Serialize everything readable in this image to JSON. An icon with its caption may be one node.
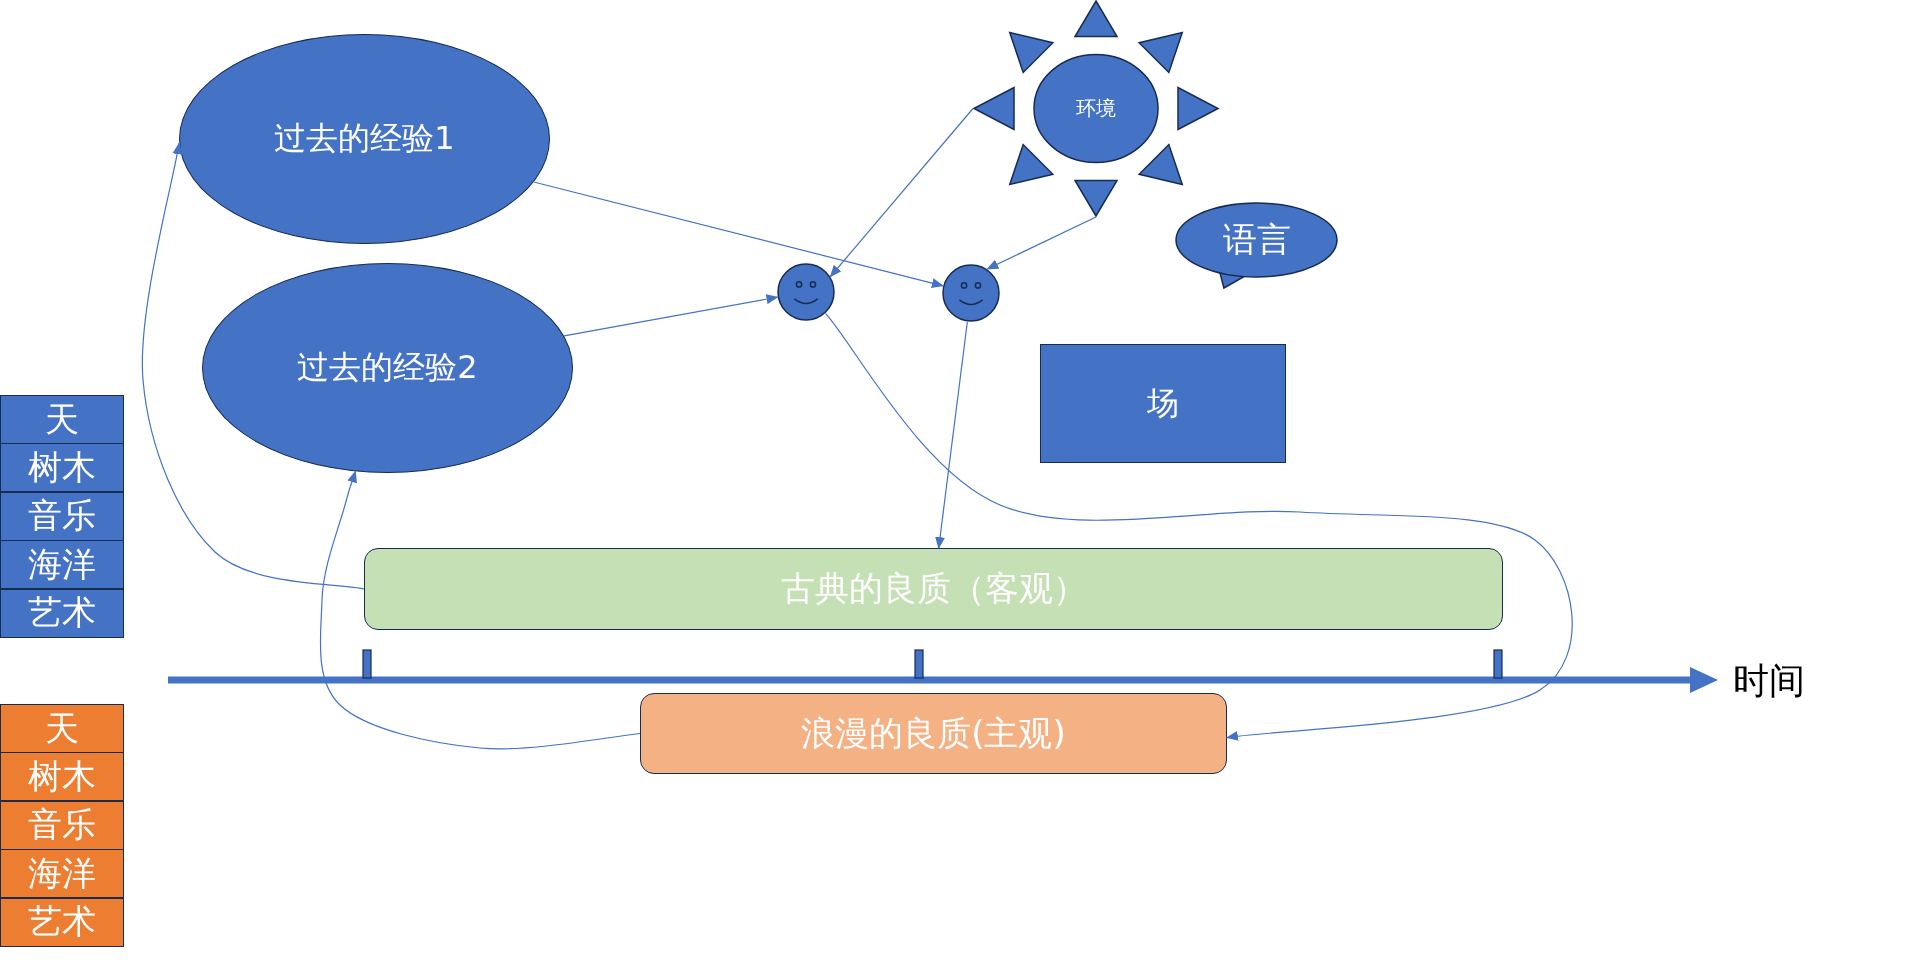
{
  "diagram": {
    "nodes": [
      {
        "text": [
          "过去的经验1"
        ]
      },
      {
        "text": [
          "环境"
        ]
      },
      {
        "text": [
          "语言"
        ]
      },
      {
        "text": [],
        "shape": "smiley"
      },
      {
        "text": [],
        "shape": "smiley"
      },
      {
        "text": [
          "过去的经验2"
        ]
      },
      {
        "text": [
          "场"
        ]
      },
      {
        "text": [
          "天"
        ]
      },
      {
        "text": [
          "树木"
        ]
      },
      {
        "text": [
          "音乐"
        ]
      },
      {
        "text": [
          "海洋"
        ]
      },
      {
        "text": [
          "艺术"
        ]
      },
      {
        "text": [
          "古典的良质（客观）"
        ]
      },
      {
        "text": [
          "浪漫的良质(主观)"
        ]
      },
      {
        "text": [
          "天"
        ]
      },
      {
        "text": [
          "树木"
        ]
      },
      {
        "text": [
          "音乐"
        ]
      },
      {
        "text": [
          "海洋"
        ]
      },
      {
        "text": [
          "艺术"
        ]
      }
    ],
    "edges": [
      {
        "from": 12,
        "to": 0,
        "arrow": "to"
      },
      {
        "from": 0,
        "to": 4,
        "arrow": "to"
      },
      {
        "from": 5,
        "to": 3,
        "arrow": "to"
      },
      {
        "from": 1,
        "to": 3,
        "arrow": "to"
      },
      {
        "from": 1,
        "to": 4,
        "arrow": "to"
      },
      {
        "from": 3,
        "to": 13,
        "arrow": "to"
      },
      {
        "from": 4,
        "to": 12,
        "arrow": "to"
      },
      {
        "from": 13,
        "to": 5,
        "arrow": "to"
      }
    ],
    "labels": [
      "时间"
    ]
  }
}
